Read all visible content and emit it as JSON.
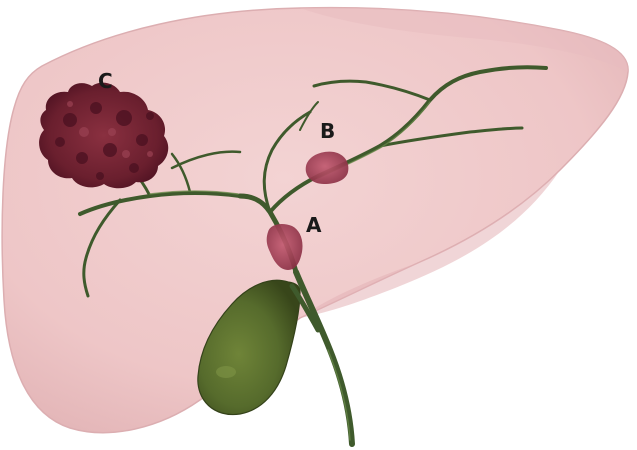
{
  "colors": {
    "background": "#ffffff",
    "liver": "#efc9c9",
    "liver_edge": "#e0b3b5",
    "liver_shade": "#e6b9bb",
    "duct": "#3f5a2c",
    "duct_highlight": "#6b8a4a",
    "gallbladder": "#566b2c",
    "gallbladder_dark": "#3c4c1c",
    "tumor_small": "#a9455a",
    "tumor_large": "#6e2433",
    "tumor_dark": "#4a1020",
    "label": "#1a1a1a"
  },
  "labels": {
    "a": "A",
    "b": "B",
    "c": "C"
  }
}
